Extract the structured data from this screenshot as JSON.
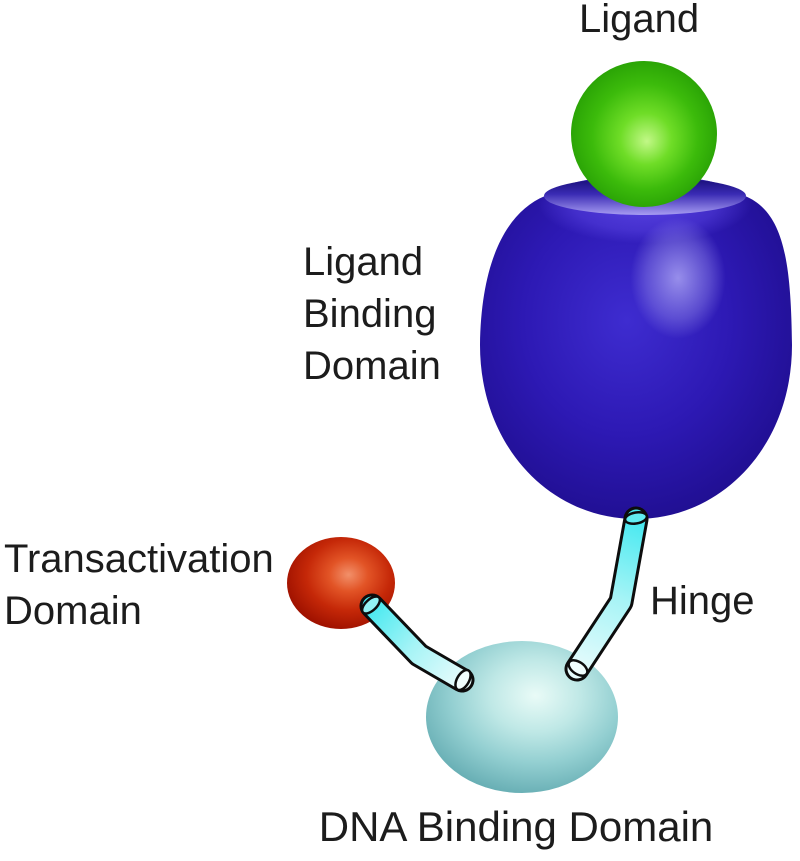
{
  "diagram": {
    "labels": {
      "ligand": "Ligand",
      "ligand_binding_domain": "Ligand\nBinding\nDomain",
      "transactivation_domain": "Transactivation\nDomain",
      "hinge": "Hinge",
      "dna_binding_domain": "DNA Binding Domain"
    },
    "colors": {
      "background": "#ffffff",
      "text": "#1c1c1c",
      "outline": "#0d0d0d",
      "ligand_green": [
        "#c2f887",
        "#6fdd27",
        "#3cbb0b",
        "#259d04"
      ],
      "lbd_blue": [
        "#3e2cd0",
        "#2d19b4",
        "#1e0d8c"
      ],
      "lbd_shoulder": "#5a44e4",
      "lbd_highlight": "#a29af0",
      "cup": [
        "#150b72",
        "#3a2bb4",
        "#a79cf2"
      ],
      "dbd_teal": [
        "#e9fbf7",
        "#bfe8e6",
        "#93cfd1",
        "#63abb1"
      ],
      "tad_red": [
        "#f2906a",
        "#e25426",
        "#c52808",
        "#a01200"
      ],
      "tube_cyan": [
        "#48e9f0",
        "#a7f4f6",
        "#e6fbfc"
      ],
      "caps": {
        "hinge_top": "#62eef2",
        "hinge_bottom": "#f0fdfd",
        "tad_start": "#93f3f4",
        "tad_end": "#f0fdfd"
      }
    }
  }
}
